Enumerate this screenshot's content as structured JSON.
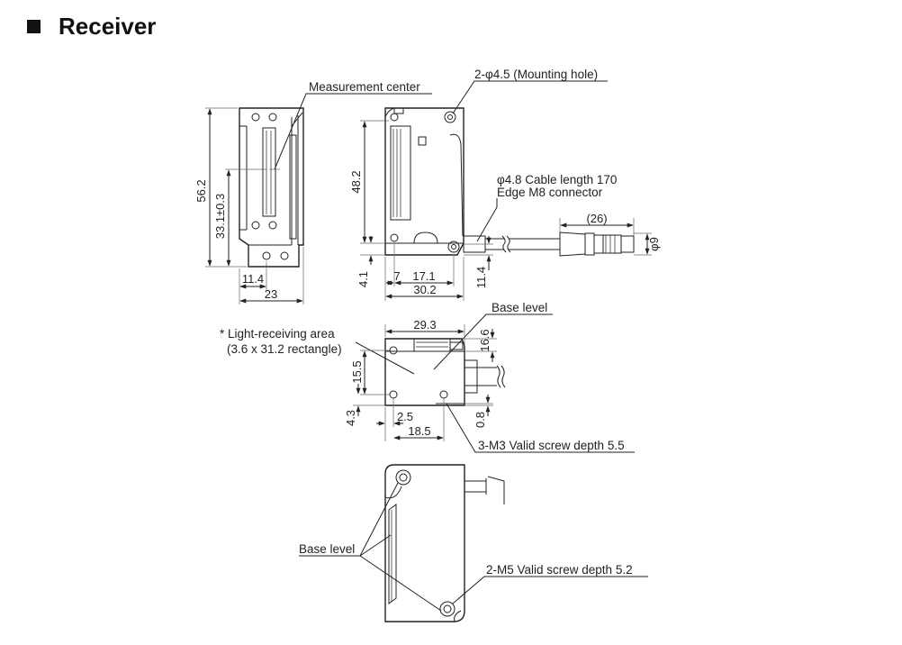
{
  "title": "Receiver",
  "callouts": {
    "mounting_hole": "2-φ4.5 (Mounting hole)",
    "measurement_center": "Measurement center",
    "cable_line1": "φ4.8 Cable length 170",
    "cable_line2": "Edge M8 connector",
    "base_level_mid": "Base level",
    "light_area_line1": "* Light-receiving area",
    "light_area_line2": "(3.6 x 31.2 rectangle)",
    "m3_screw": "3-M3 Valid screw depth 5.5",
    "base_level_bottom": "Base level",
    "m5_screw": "2-M5 Valid screw depth 5.2"
  },
  "dimensions": {
    "side_height": "56.2",
    "side_center": "33.1±0.3",
    "side_offset": "11.4",
    "side_width": "23",
    "front_height": "48.2",
    "front_base": "4.1",
    "front_left": "7",
    "front_mid": "17.1",
    "front_width": "30.2",
    "front_cable_height": "11.4",
    "connector_length": "(26)",
    "connector_dia": "φ9",
    "top_width": "29.3",
    "top_right": "16.6",
    "top_height": "15.5",
    "top_offset": "4.3",
    "top_hole_x": "2.5",
    "top_hole_span": "18.5",
    "top_small": "0.8"
  }
}
